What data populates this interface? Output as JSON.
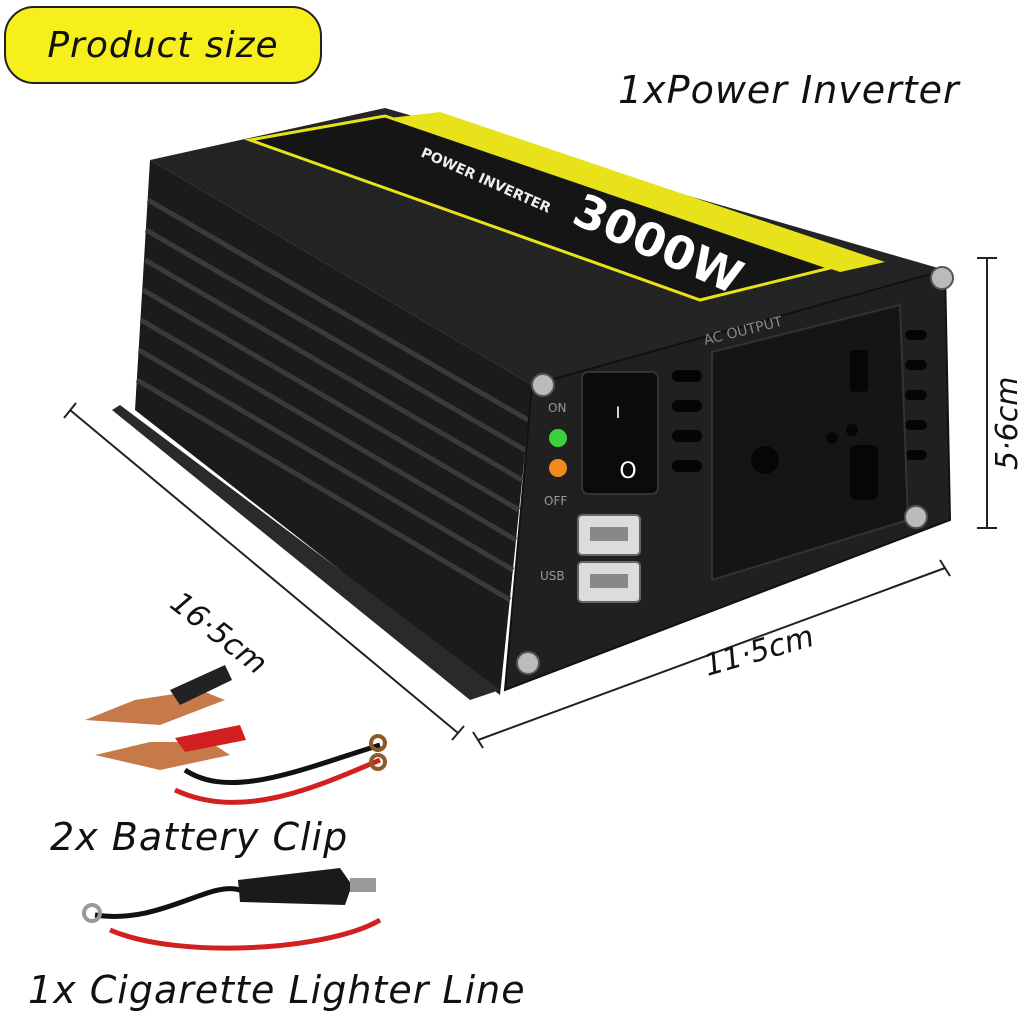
{
  "badge": {
    "text": "Product size"
  },
  "labels": {
    "inverter": "1xPower Inverter",
    "battery_clip": "2x Battery Clip",
    "lighter_line": "1x Cigarette Lighter Line"
  },
  "dimensions": {
    "length": "16·5cm",
    "width": "11·5cm",
    "height": "5·6cm"
  },
  "device": {
    "brand_text": "POWER INVERTER",
    "wattage": "3000W",
    "ac_output_label": "AC OUTPUT",
    "on_label": "ON",
    "off_label": "OFF",
    "usb_label": "USB",
    "switch_on_glyph": "I",
    "switch_off_glyph": "O"
  },
  "colors": {
    "badge_yellow": "#f7ef1c",
    "body_black": "#1b1b1b",
    "stripe_yellow": "#e8e21a",
    "led_green": "#3cd13c",
    "led_orange": "#f08a1c",
    "cable_red": "#d21f1f"
  }
}
